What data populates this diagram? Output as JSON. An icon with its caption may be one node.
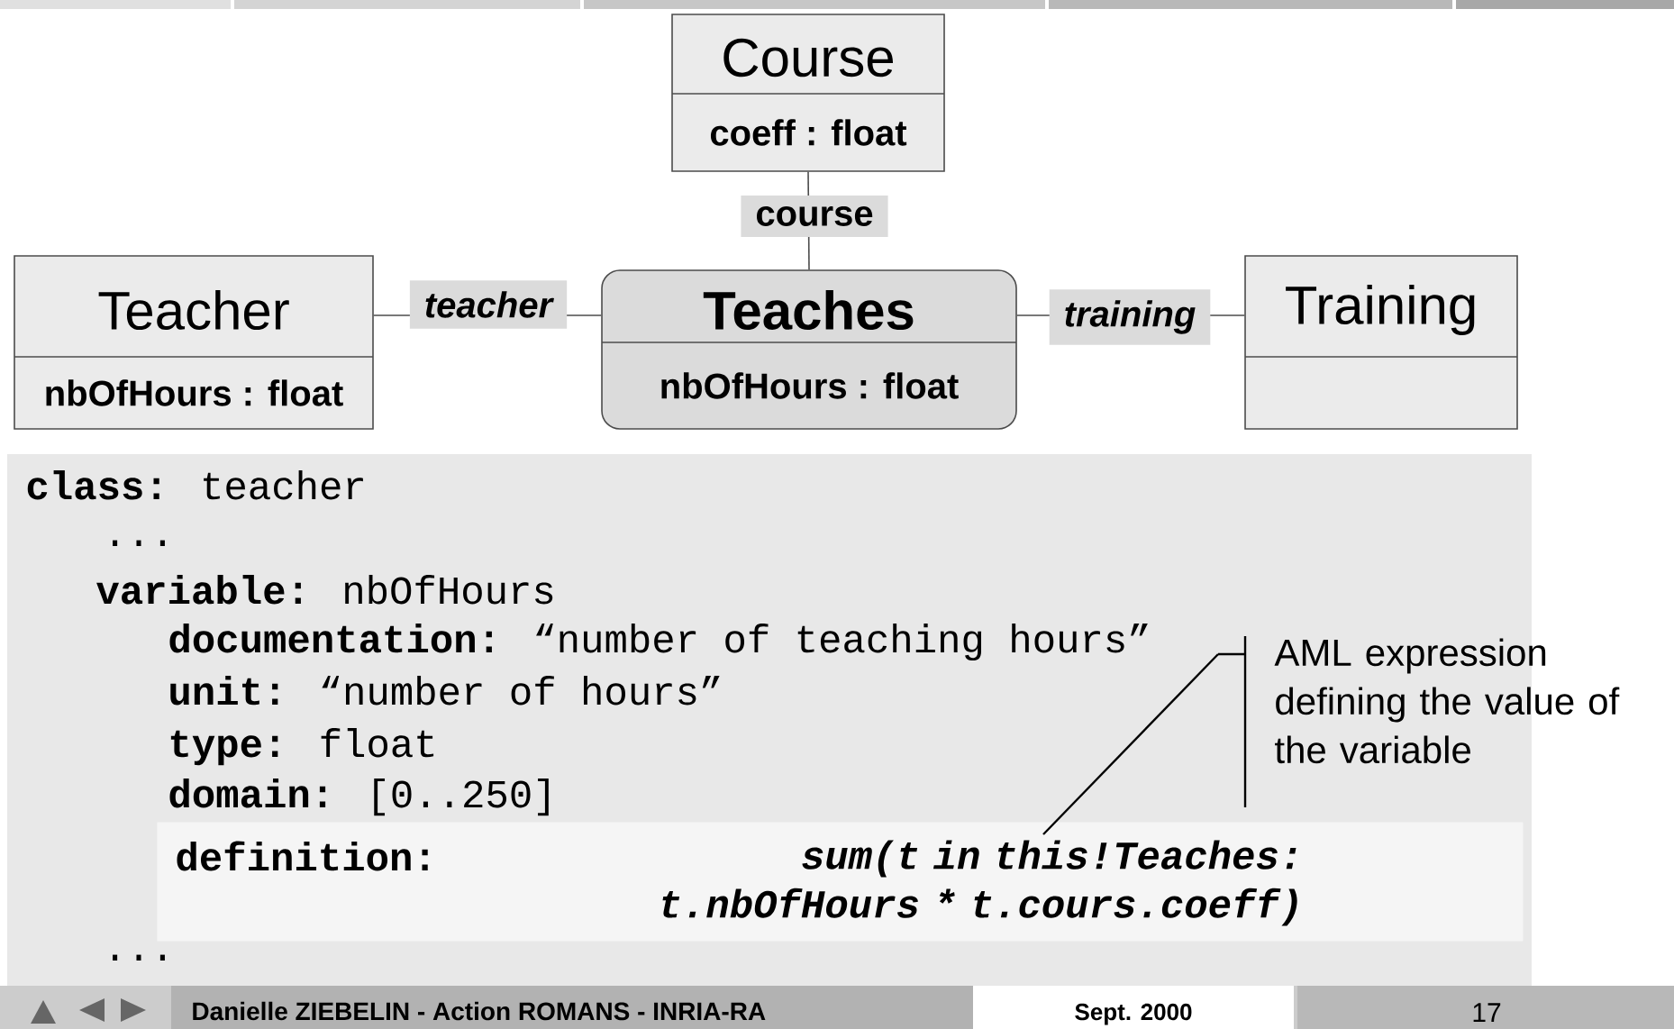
{
  "diagram": {
    "nodes": [
      {
        "text": [
          "Course",
          "coeff : float"
        ]
      },
      {
        "text": [
          "Teacher",
          "nbOfHours : float"
        ]
      },
      {
        "text": [
          "Teaches",
          "nbOfHours : float"
        ]
      },
      {
        "text": [
          "Training"
        ]
      },
      {
        "text": [
          "AML expression defining the value of the variable"
        ]
      },
      {
        "text": [
          "definition:",
          "sum(t in this!Teaches: t.nbOfHours * t.cours.coeff)"
        ]
      }
    ],
    "edges": [
      {
        "from": 0,
        "to": 2,
        "arrow": "none",
        "label": "course"
      },
      {
        "from": 1,
        "to": 2,
        "arrow": "none",
        "label": "teacher"
      },
      {
        "from": 2,
        "to": 3,
        "arrow": "none",
        "label": "training"
      },
      {
        "from": 4,
        "to": 5,
        "arrow": "none"
      }
    ],
    "labels": [
      "**class:** teacher",
      "...",
      "**variable:** nbOfHours",
      "**documentation:** “number of teaching hours”",
      "**unit:** “number of hours”",
      "**type:** float",
      "**domain:** [0..250]",
      "...",
      "Danielle ZIEBELIN - Action ROMANS - INRIA-RA",
      "Sept. 2000",
      "17"
    ]
  }
}
